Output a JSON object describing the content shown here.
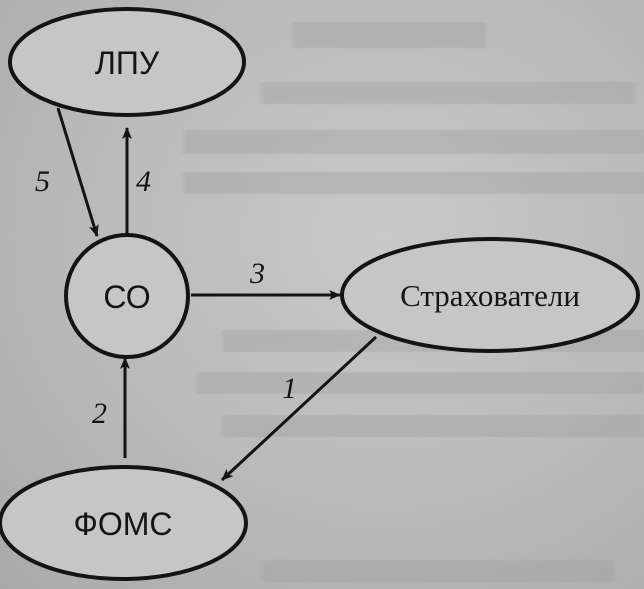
{
  "diagram": {
    "nodes": {
      "lpu": "ЛПУ",
      "so": "СО",
      "strakhovateli": "Страхователи",
      "foms": "ФОМС"
    },
    "edges": {
      "e1": "1",
      "e2": "2",
      "e3": "3",
      "e4": "4",
      "e5": "5"
    }
  }
}
